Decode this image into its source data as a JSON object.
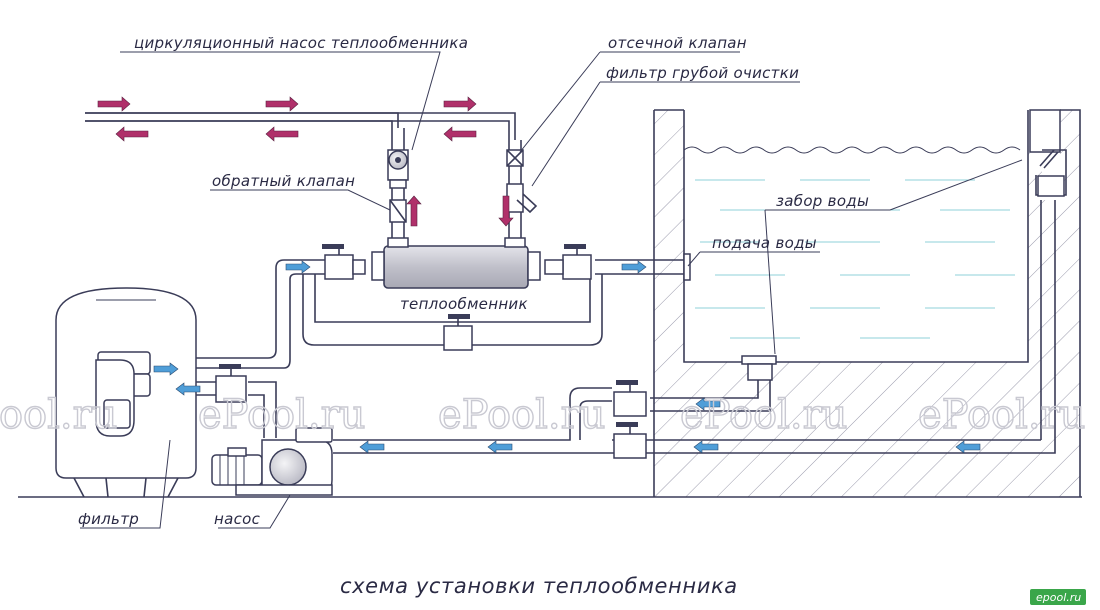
{
  "labels": {
    "circ_pump": "циркуляционный насос теплообменника",
    "shutoff_valve": "отсечной клапан",
    "coarse_filter": "фильтр грубой очистки",
    "check_valve": "обратный клапан",
    "water_intake": "забор воды",
    "water_supply": "подача воды",
    "heat_exchanger": "теплообменник",
    "filter": "фильтр",
    "pump": "насос"
  },
  "caption": "схема установки теплообменника",
  "watermark": "ePool.ru",
  "brand": "epool.ru",
  "colors": {
    "line": "#3a3c58",
    "hot_arrow": "#b0306a",
    "cold_arrow": "#4f9ed8",
    "water_line": "#8fd0d8",
    "hatch": "#9a9aac",
    "heat_exchanger_body": "#c8c8d0",
    "brand_badge": "#3aa64a"
  }
}
